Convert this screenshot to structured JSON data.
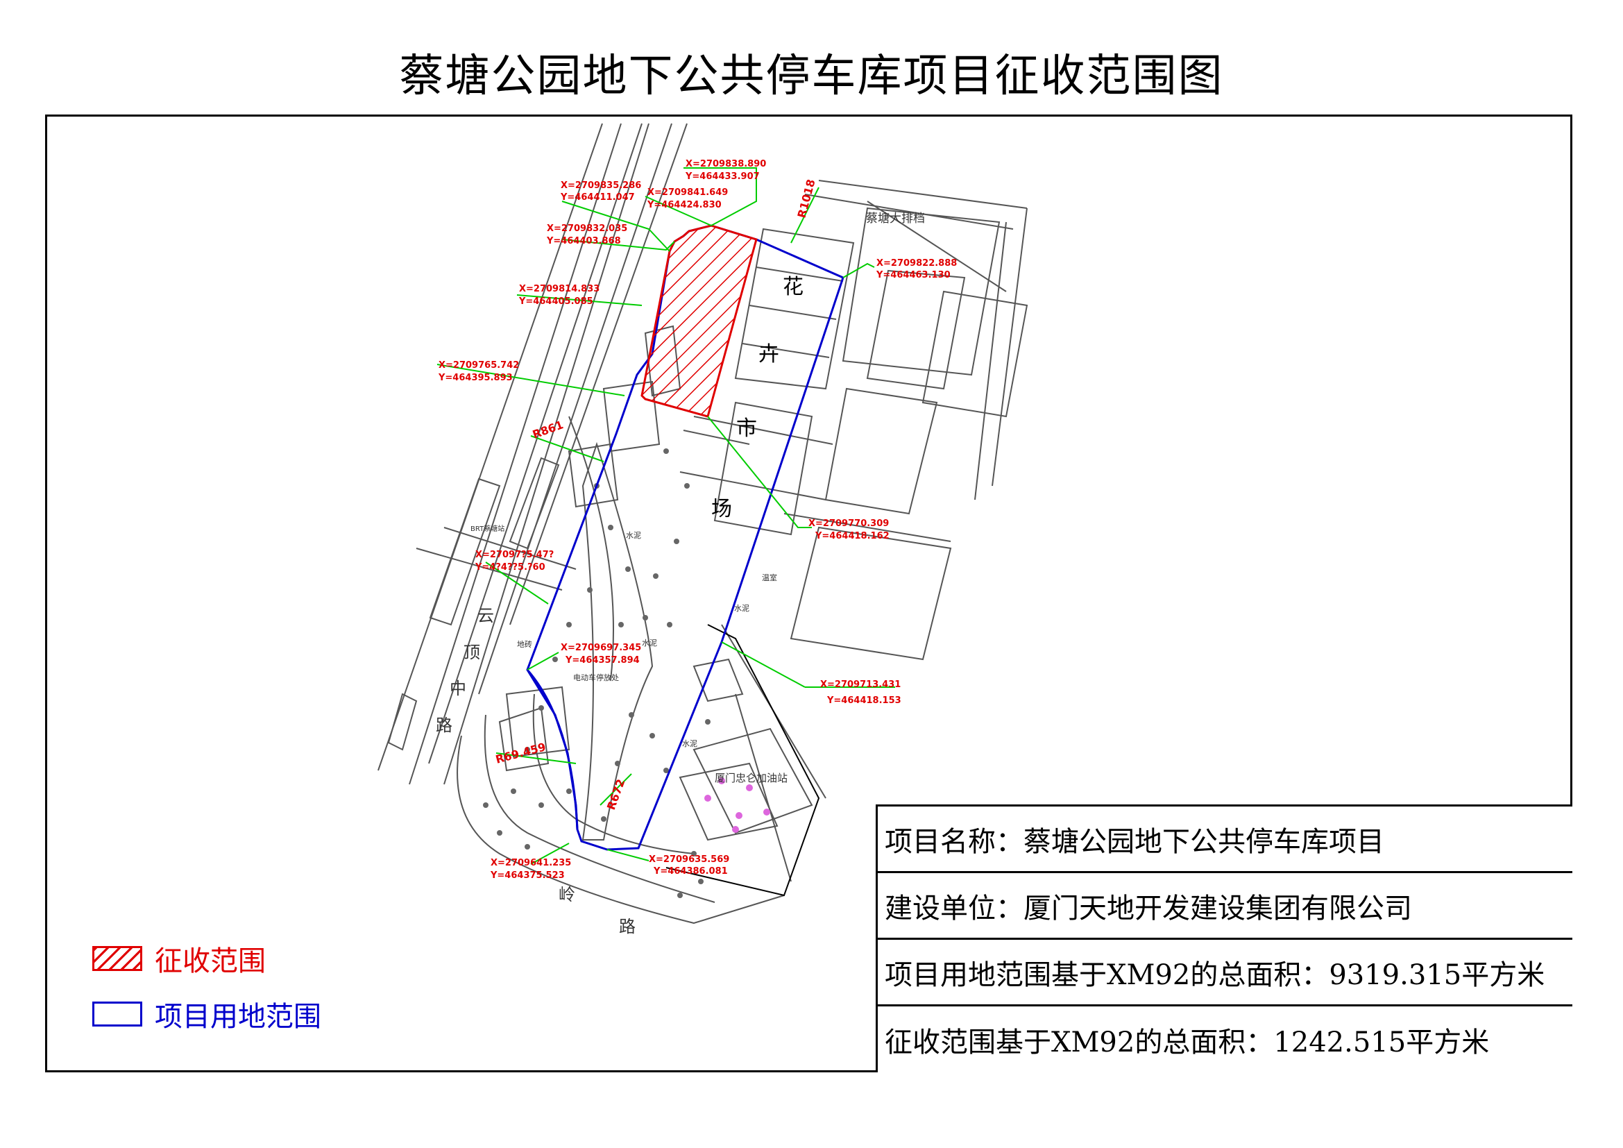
{
  "title": "蔡塘公园地下公共停车库项目征收范围图",
  "map": {
    "area_labels": [
      "花",
      "卉",
      "市",
      "场"
    ],
    "place_labels": {
      "restaurant": "蔡塘大排档",
      "gas_station": "厦门忠仑加油站",
      "bike_parking": "电动车停放处",
      "greenhouse": "温室",
      "brt_station": "BRT蔡塘站",
      "cement_1": "水泥",
      "cement_2": "水泥",
      "cement_3": "水泥",
      "cement_4": "水泥",
      "ground_brick": "地砖"
    },
    "road_names": {
      "yunding_1": "云",
      "yunding_2": "顶",
      "yunding_3": "中",
      "yunding_4": "路",
      "ling_1": "岭",
      "ling_2": "路"
    },
    "radius_labels": [
      "R1018",
      "R861",
      "R69.459",
      "R672"
    ],
    "coordinates": [
      {
        "x": "X=2709838.890",
        "y": "Y=464433.907"
      },
      {
        "x": "X=2709835.286",
        "y": "Y=464411.047"
      },
      {
        "x": "X=2709841.649",
        "y": "Y=464424.830"
      },
      {
        "x": "X=2709832.035",
        "y": "Y=464403.868"
      },
      {
        "x": "X=2709822.888",
        "y": "Y=464463.130"
      },
      {
        "x": "X=2709814.833",
        "y": "Y=464405.085"
      },
      {
        "x": "X=2709765.742",
        "y": "Y=464395.893"
      },
      {
        "x": "X=2709770.309",
        "y": "Y=464418.162"
      },
      {
        "x": "X=27097?5.47?",
        "y": "Y=4?4??5.?60"
      },
      {
        "x": "X=2709697.345",
        "y": "Y=464357.894"
      },
      {
        "x": "X=2709713.431",
        "y": "Y=464418.153"
      },
      {
        "x": "X=2709641.235",
        "y": "Y=464375.523"
      },
      {
        "x": "X=2709635.569",
        "y": "Y=464386.081"
      }
    ],
    "colors": {
      "acquisition": "#e00000",
      "project_boundary": "#0000cc",
      "leader_lines": "#00cc00",
      "coordinate_text": "#e00000",
      "base_map": "#555555"
    }
  },
  "info": {
    "project_name": "项目名称：蔡塘公园地下公共停车库项目",
    "builder": "建设单位：厦门天地开发建设集团有限公司",
    "project_area": "项目用地范围基于XM92的总面积：9319.315平方米",
    "acquisition_area": "征收范围基于XM92的总面积：1242.515平方米"
  },
  "legend": {
    "acquisition": "征收范围",
    "project": "项目用地范围"
  }
}
